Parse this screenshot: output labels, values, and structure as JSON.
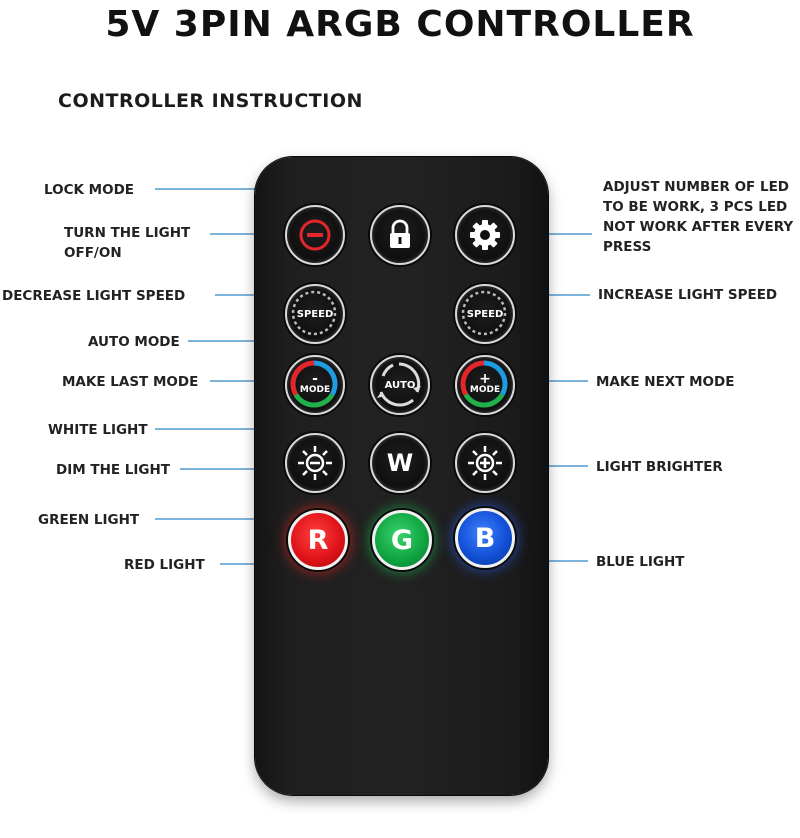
{
  "title": "5V 3PIN ARGB CONTROLLER",
  "subtitle": "CONTROLLER INSTRUCTION",
  "colors": {
    "leader_line": "#2f86c6",
    "remote_body": "#1f1f1f",
    "red_button": "#e0141a",
    "green_button": "#11a743",
    "blue_button": "#1250d6"
  },
  "labels": {
    "lock_mode": "LOCK MODE",
    "turn_off_on": "TURN THE LIGHT OFF/ON",
    "decrease_speed": "DECREASE LIGHT SPEED",
    "auto_mode": "AUTO MODE",
    "last_mode": "MAKE LAST MODE",
    "white_light": "WHITE LIGHT",
    "dim_light": "DIM THE LIGHT",
    "green_light": "GREEN LIGHT",
    "red_light": "RED LIGHT",
    "adjust_led": "ADJUST  NUMBER OF LED TO BE WORK, 3 PCS LED NOT WORK AFTER EVERY PRESS",
    "increase_speed": "INCREASE LIGHT SPEED",
    "next_mode": "MAKE NEXT MODE",
    "light_brighter": "LIGHT BRIGHTER",
    "blue_light": "BLUE LIGHT"
  },
  "buttons": {
    "speed_text": "SPEED",
    "mode_text": "MODE",
    "auto_text": "AUTO",
    "minus_text": "-",
    "plus_text": "+",
    "white_text": "W",
    "red_text": "R",
    "green_text": "G",
    "blue_text": "B"
  },
  "icons": {
    "power": "power-minus-icon",
    "lock": "lock-icon",
    "gear": "gear-icon",
    "dim": "sun-minus-icon",
    "bright": "sun-plus-icon"
  }
}
